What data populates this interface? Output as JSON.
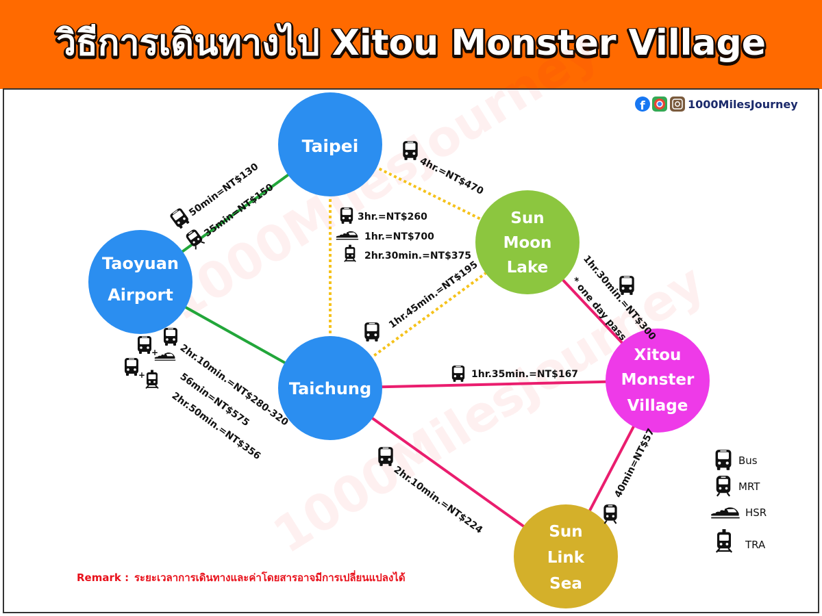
{
  "header": {
    "title": "วิธีการเดินทางไป Xitou Monster Village",
    "brand": "1000MilesJourney",
    "brand_colors": {
      "facebook": "#1877f2",
      "chrome": "#34a853",
      "instagram": "#7a5a3c"
    }
  },
  "watermark": "1000MilesJourney",
  "nodes": [
    {
      "id": "taipei",
      "lines": [
        "Taipei"
      ],
      "color": "#2b8ef0"
    },
    {
      "id": "taoyuan",
      "lines": [
        "Taoyuan",
        "Airport"
      ],
      "color": "#2b8ef0"
    },
    {
      "id": "taichung",
      "lines": [
        "Taichung"
      ],
      "color": "#2b8ef0"
    },
    {
      "id": "sunmoon",
      "lines": [
        "Sun",
        "Moon",
        "Lake"
      ],
      "color": "#8cc63f"
    },
    {
      "id": "xitou",
      "lines": [
        "Xitou",
        "Monster",
        "Village"
      ],
      "color": "#ee3ae8"
    },
    {
      "id": "sunlink",
      "lines": [
        "Sun",
        "Link",
        "Sea"
      ],
      "color": "#d4b02a"
    }
  ],
  "edges": [
    {
      "id": "taoyuan-taipei",
      "color": "#22a63a",
      "style": "solid"
    },
    {
      "id": "taoyuan-taichung",
      "color": "#22a63a",
      "style": "solid"
    },
    {
      "id": "taipei-taichung",
      "color": "#f5c21b",
      "style": "dotted"
    },
    {
      "id": "taipei-sunmoon",
      "color": "#f5c21b",
      "style": "dotted"
    },
    {
      "id": "taichung-sunmoon",
      "color": "#f5c21b",
      "style": "dotted"
    },
    {
      "id": "sunmoon-xitou",
      "color": "#ea1d6e",
      "style": "solid"
    },
    {
      "id": "taichung-xitou",
      "color": "#ea1d6e",
      "style": "solid"
    },
    {
      "id": "taichung-sunlink",
      "color": "#ea1d6e",
      "style": "solid"
    },
    {
      "id": "xitou-sunlink",
      "color": "#ea1d6e",
      "style": "solid"
    }
  ],
  "labels": {
    "taoyuan_taipei_bus": "50min=NT$130",
    "taoyuan_taipei_mrt": "35min=NT$150",
    "taipei_sunmoon_bus": "4hr.=NT$470",
    "taipei_taichung_bus": "3hr.=NT$260",
    "taipei_taichung_hsr": "1hr.=NT$700",
    "taipei_taichung_tra": "2hr.30min.=NT$375",
    "taichung_sunmoon_bus": "1hr.45min.=NT$195",
    "sunmoon_xitou_bus": "1hr.30min.=NT$300",
    "sunmoon_xitou_note": "* one day pass",
    "taoyuan_taichung_bus": "2hr.10min.=NT$280-320",
    "taoyuan_taichung_hsr": "56min=NT$575",
    "taoyuan_taichung_tra": "2hr.50min.=NT$356",
    "taichung_xitou_bus": "1hr.35min.=NT$167",
    "taichung_sunlink_bus": "2hr.10min.=NT$224",
    "xitou_sunlink_bus": "40min=NT$57"
  },
  "legend": [
    {
      "icon": "bus",
      "label": "Bus"
    },
    {
      "icon": "mrt",
      "label": "MRT"
    },
    {
      "icon": "hsr",
      "label": "HSR"
    },
    {
      "icon": "tra",
      "label": "TRA"
    }
  ],
  "remark": {
    "label": "Remark :",
    "text": "ระยะเวลาการเดินทางและค่าโดยสารอาจมีการเปลี่ยนแปลงได้",
    "color": "#e8111b"
  },
  "colors": {
    "banner": "#ff6a00",
    "title_text": "#ffffff",
    "frame": "#333333"
  }
}
